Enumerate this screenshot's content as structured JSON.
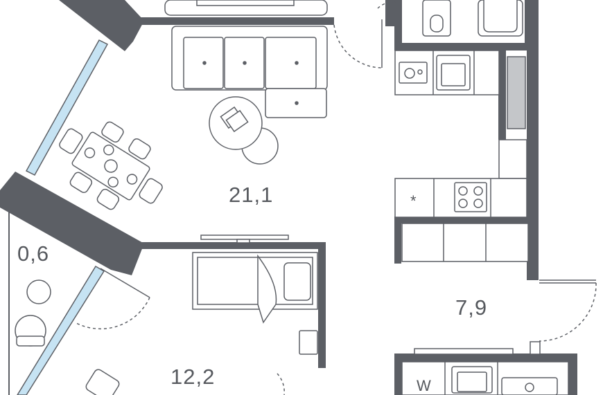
{
  "rooms": [
    {
      "id": "living",
      "area": "21,1"
    },
    {
      "id": "balcony",
      "area": "0,6"
    },
    {
      "id": "bedroom",
      "area": "12,2"
    },
    {
      "id": "hall",
      "area": "7,9"
    }
  ],
  "appliance_labels": {
    "washer": "W",
    "fridge": "*"
  },
  "colors": {
    "wall": "#5c5f65",
    "line": "#5c5f65",
    "glass": "#c6e3f3",
    "closet_fill": "#c4c6c9",
    "background": "#ffffff"
  }
}
